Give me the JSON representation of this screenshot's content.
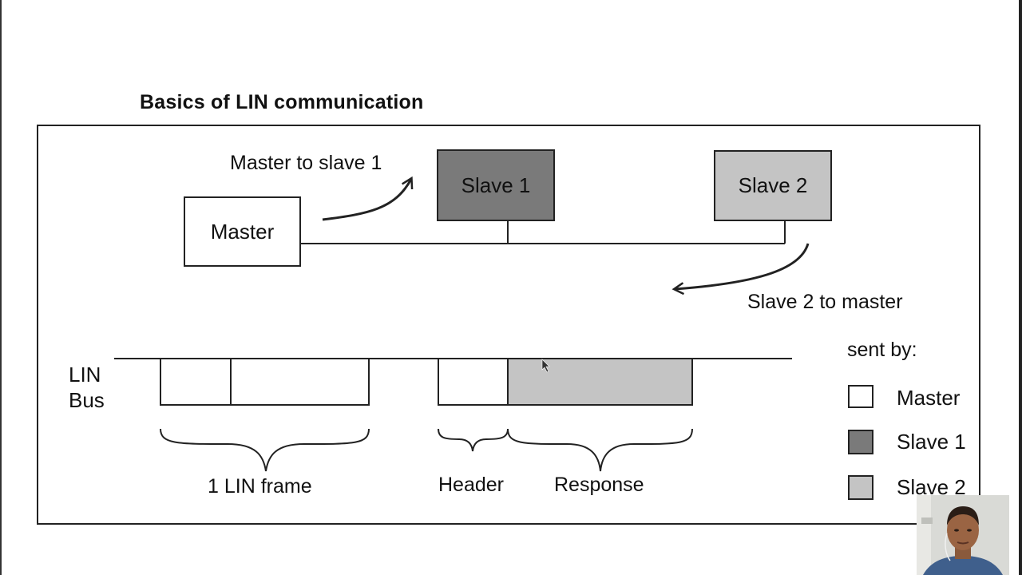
{
  "title": "Basics of LIN communication",
  "nodes": {
    "master": "Master",
    "slave1": "Slave 1",
    "slave2": "Slave 2"
  },
  "arrows": {
    "master_to_slave1": "Master to slave 1",
    "slave2_to_master": "Slave 2 to master"
  },
  "bus": {
    "label_line1": "LIN",
    "label_line2": "Bus"
  },
  "braces": {
    "frame": "1 LIN frame",
    "header": "Header",
    "response": "Response"
  },
  "legend": {
    "title": "sent by:",
    "items": [
      {
        "label": "Master",
        "color": "#ffffff"
      },
      {
        "label": "Slave 1",
        "color": "#7a7a7a"
      },
      {
        "label": "Slave 2",
        "color": "#c4c4c4"
      }
    ]
  },
  "colors": {
    "master": "#ffffff",
    "slave1": "#7a7a7a",
    "slave2": "#c4c4c4",
    "ink": "#222222"
  },
  "overlay": {
    "icon": "webcam-presenter-thumbnail"
  }
}
